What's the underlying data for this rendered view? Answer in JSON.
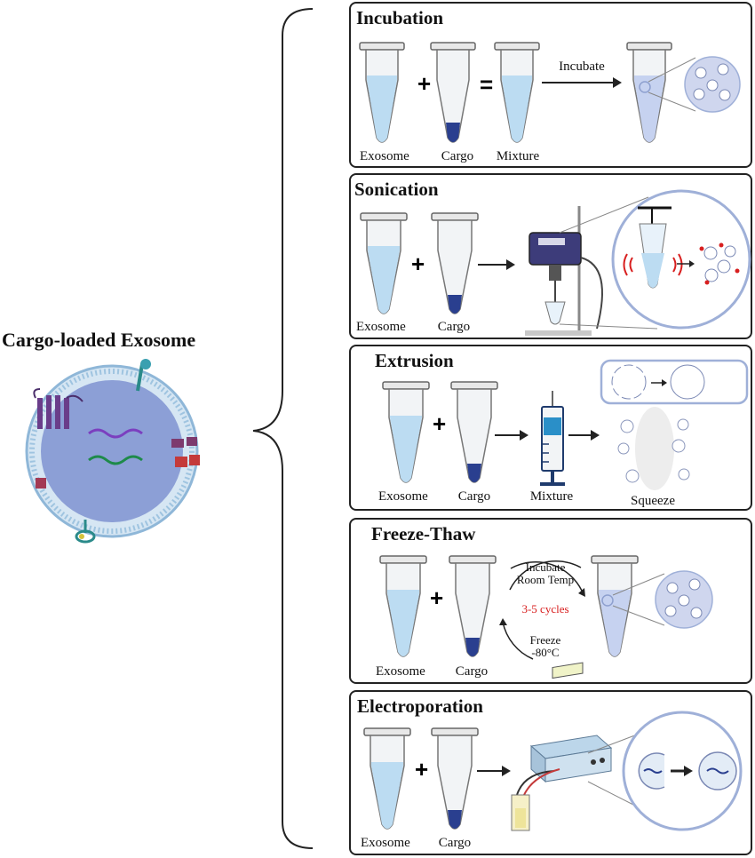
{
  "main_title": "Cargo-loaded Exosome",
  "panels": {
    "incubation": {
      "title": "Incubation",
      "exosome": "Exosome",
      "cargo": "Cargo",
      "mixture": "Mixture",
      "arrow_label": "Incubate",
      "plus": "+",
      "equals": "="
    },
    "sonication": {
      "title": "Sonication",
      "exosome": "Exosome",
      "cargo": "Cargo",
      "plus": "+"
    },
    "extrusion": {
      "title": "Extrusion",
      "exosome": "Exosome",
      "cargo": "Cargo",
      "mixture": "Mixture",
      "squeeze": "Squeeze",
      "plus": "+"
    },
    "freeze_thaw": {
      "title": "Freeze-Thaw",
      "exosome": "Exosome",
      "cargo": "Cargo",
      "plus": "+",
      "cycle_top_1": "Incubate",
      "cycle_top_2": "Room Temp",
      "cycles": "3-5 cycles",
      "cycle_bottom_1": "Freeze",
      "cycle_bottom_2": "-80°C"
    },
    "electroporation": {
      "title": "Electroporation",
      "exosome": "Exosome",
      "cargo": "Cargo",
      "plus": "+"
    }
  },
  "colors": {
    "liquid": "#bcdcf2",
    "cargo": "#2a3f8f",
    "circle_fill": "#cfd6ee",
    "circle_stroke": "#9fb0d8",
    "red": "#d81f1f",
    "membrane": "#9fc4e0",
    "exosome_core": "#8c9fd6"
  }
}
